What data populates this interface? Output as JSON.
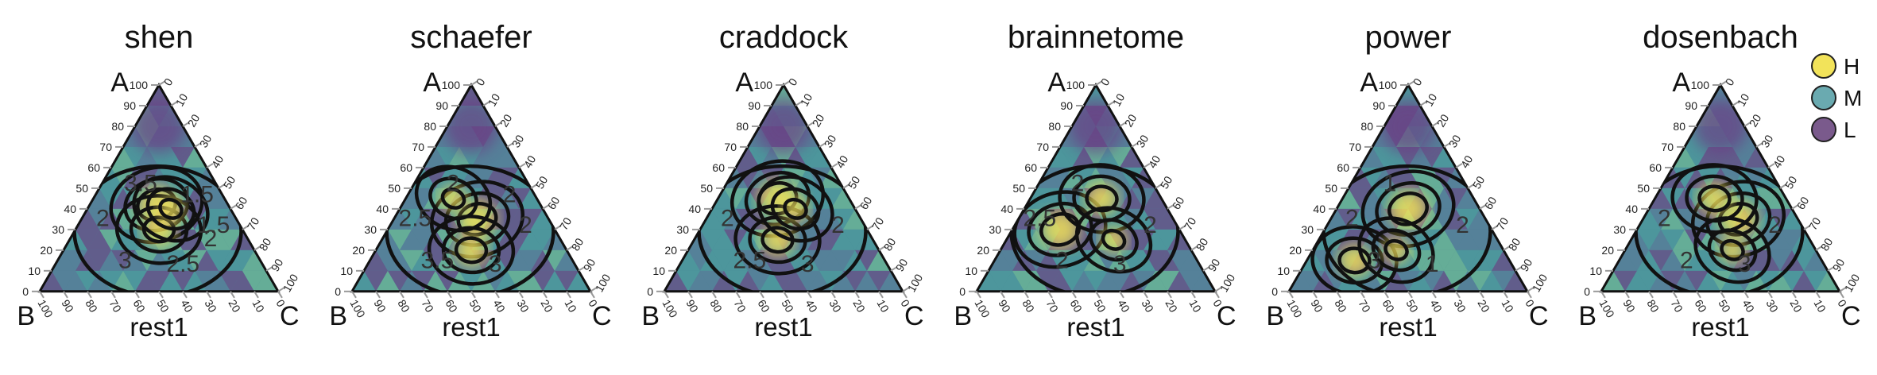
{
  "chart_data": {
    "type": "ternary",
    "corner_labels": {
      "top": "A",
      "left": "B",
      "right": "C"
    },
    "xlabel": "rest1",
    "ticks": [
      "0",
      "10",
      "20",
      "30",
      "40",
      "50",
      "60",
      "70",
      "80",
      "90",
      "100"
    ],
    "legend": {
      "placement": "top-right",
      "entries": [
        {
          "label": "H",
          "color": "#f2e35a"
        },
        {
          "label": "M",
          "color": "#6aaab0"
        },
        {
          "label": "L",
          "color": "#7a5a8c"
        }
      ]
    },
    "panels": [
      {
        "title": "shen",
        "hotspots": [
          [
            0.42,
            0.3,
            0.28
          ],
          [
            0.3,
            0.35,
            0.35
          ],
          [
            0.4,
            0.25,
            0.35
          ]
        ],
        "contour_labels": [
          "1.5",
          "2.5",
          "3",
          "2",
          "3.5",
          "1.5",
          "2"
        ]
      },
      {
        "title": "schaefer",
        "hotspots": [
          [
            0.35,
            0.3,
            0.35
          ],
          [
            0.2,
            0.4,
            0.4
          ],
          [
            0.45,
            0.35,
            0.2
          ]
        ],
        "contour_labels": [
          "2",
          "3",
          "3.5",
          "2.5",
          "2",
          "2"
        ]
      },
      {
        "title": "craddock",
        "hotspots": [
          [
            0.45,
            0.3,
            0.25
          ],
          [
            0.25,
            0.4,
            0.35
          ],
          [
            0.4,
            0.25,
            0.35
          ]
        ],
        "contour_labels": [
          "2",
          "3",
          "2.5",
          "2"
        ]
      },
      {
        "title": "brainnetome",
        "hotspots": [
          [
            0.3,
            0.5,
            0.2
          ],
          [
            0.45,
            0.25,
            0.3
          ],
          [
            0.25,
            0.3,
            0.45
          ]
        ],
        "contour_labels": [
          "2",
          "3",
          "2",
          "2.5",
          "2"
        ]
      },
      {
        "title": "power",
        "hotspots": [
          [
            0.4,
            0.3,
            0.3
          ],
          [
            0.15,
            0.65,
            0.2
          ],
          [
            0.2,
            0.45,
            0.35
          ]
        ],
        "contour_labels": [
          "2",
          "1",
          "3",
          "2",
          "1"
        ]
      },
      {
        "title": "dosenbach",
        "hotspots": [
          [
            0.35,
            0.25,
            0.4
          ],
          [
            0.45,
            0.3,
            0.25
          ],
          [
            0.2,
            0.35,
            0.45
          ]
        ],
        "contour_labels": [
          "2",
          "3",
          "2",
          "2"
        ]
      }
    ]
  }
}
